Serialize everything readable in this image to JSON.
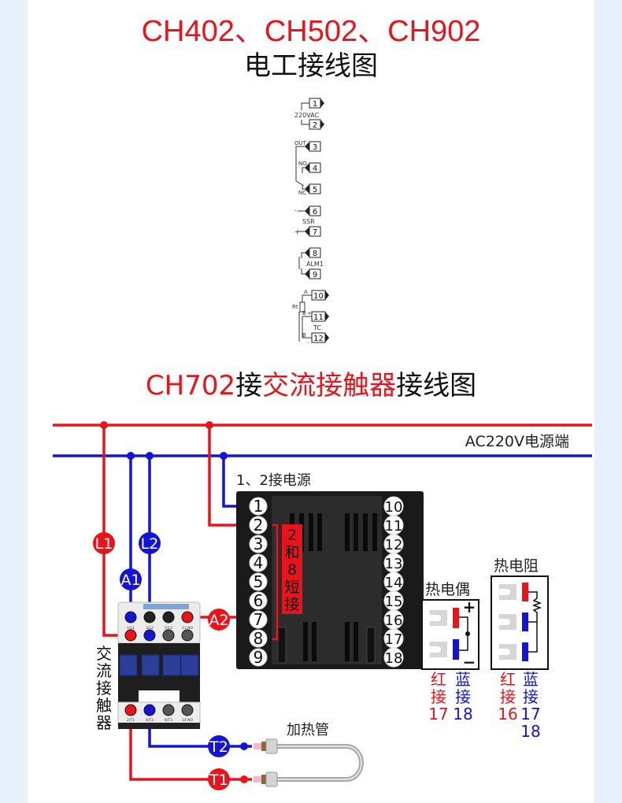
{
  "header": {
    "models_title": "CH402、CH502、CH902",
    "subtitle": "电工接线图"
  },
  "small_diagram": {
    "terminals": [
      "1",
      "2",
      "3",
      "4",
      "5",
      "6",
      "7",
      "8",
      "9",
      "10",
      "11",
      "12"
    ],
    "labels": {
      "power": "220VAC",
      "out": "OUT",
      "no": "NO",
      "nc": "NC",
      "ssr": "SSR",
      "ssr_minus": "-",
      "ssr_plus": "+",
      "alm": "ALM1",
      "a": "A",
      "rt": "Rt",
      "b1": "B",
      "b2": "B",
      "tc": "TC",
      "tc_plus": "+",
      "tc_minus": "-"
    }
  },
  "section2": {
    "title_model": "CH702",
    "title_mid1": "接",
    "title_red": "交流接触器",
    "title_end": "接线图"
  },
  "power_line": {
    "label": "AC220V电源端"
  },
  "controller": {
    "power_note": "1、2接电源",
    "left_terminals": [
      "1",
      "2",
      "3",
      "4",
      "5",
      "6",
      "7",
      "8",
      "9"
    ],
    "right_terminals": [
      "10",
      "11",
      "12",
      "13",
      "14",
      "15",
      "16",
      "17",
      "18"
    ],
    "short_note": [
      "2",
      "和",
      "8",
      "短",
      "接"
    ]
  },
  "contactor": {
    "vertical_label": [
      "交",
      "流",
      "接",
      "触",
      "器"
    ],
    "top_terminals": [
      "1/L1",
      "3/L2",
      "5/L3",
      "13 NO"
    ],
    "bottom_terminals": [
      "2/T1",
      "4/T2",
      "6/T3",
      "14 NO"
    ],
    "nodes": {
      "l1": "L1",
      "l2": "L2",
      "a1": "A1",
      "a2": "A2",
      "t1": "T1",
      "t2": "T2"
    }
  },
  "heater": {
    "label": "加热管"
  },
  "thermocouple": {
    "title": "热电偶",
    "plus": "+",
    "minus": "−",
    "red_note": [
      "红",
      "接",
      "17"
    ],
    "blue_note": [
      "蓝",
      "接",
      "18"
    ]
  },
  "rtd": {
    "title": "热电阻",
    "red_note": [
      "红",
      "接",
      "16"
    ],
    "blue_note": [
      "蓝",
      "接",
      "17",
      "18"
    ]
  },
  "colors": {
    "red": "#e8131b",
    "blue": "#1414d9",
    "bg": "#e6f1fb"
  }
}
